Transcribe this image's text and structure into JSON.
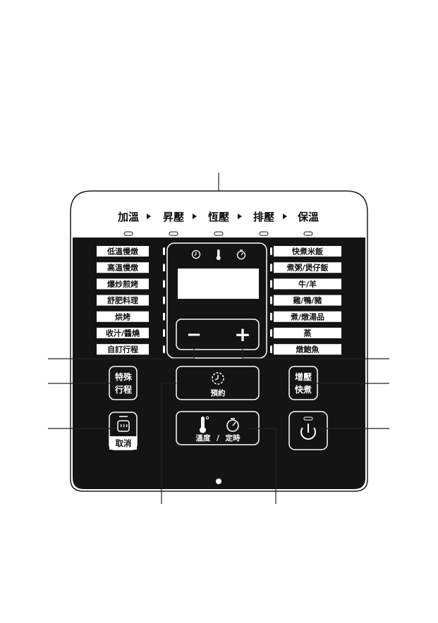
{
  "stages": [
    {
      "label": "加溫"
    },
    {
      "label": "昇壓"
    },
    {
      "label": "恆壓"
    },
    {
      "label": "排壓"
    },
    {
      "label": "保溫"
    }
  ],
  "left_menu": [
    {
      "label": "低溫慢燉"
    },
    {
      "label": "高溫慢燉"
    },
    {
      "label": "爆炒煎烤"
    },
    {
      "label": "舒肥料理"
    },
    {
      "label": "烘烤"
    },
    {
      "label": "收汁/醬燒"
    },
    {
      "label": "自訂行程"
    }
  ],
  "right_menu": [
    {
      "label": "快煮米飯"
    },
    {
      "label": "煮粥/煲仔飯"
    },
    {
      "label": "牛/羊"
    },
    {
      "label": "雞/鴨/豬"
    },
    {
      "label": "煮/燉湯品"
    },
    {
      "label": "蒸"
    },
    {
      "label": "燉鮑魚"
    }
  ],
  "buttons": {
    "special_line1": "特殊",
    "special_line2": "行程",
    "cancel": "取消",
    "reserve": "預約",
    "temp": "溫度",
    "slash": "/",
    "timer": "定時",
    "boost_line1": "增壓",
    "boost_line2": "快煮",
    "minus": "−",
    "plus": "+"
  },
  "colors": {
    "panel": "#141414",
    "label_bg": "#ffffff",
    "outline": "#ffffff"
  },
  "icons": [
    "clock-icon",
    "thermometer-icon",
    "stopwatch-icon",
    "steam-icon",
    "power-icon"
  ]
}
